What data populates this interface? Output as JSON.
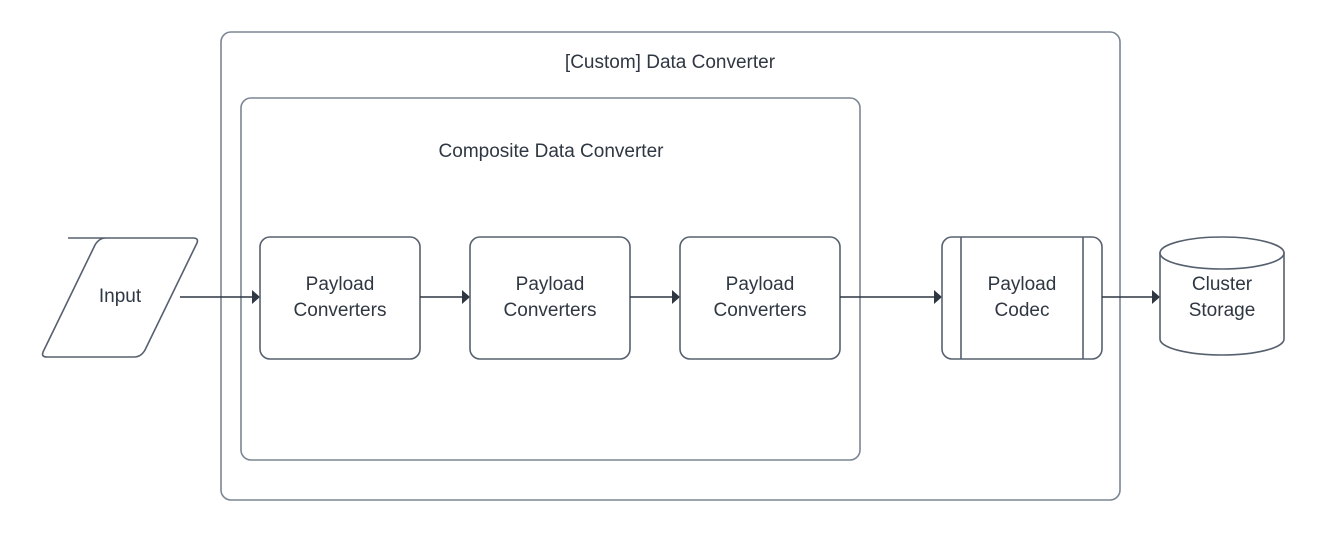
{
  "diagram": {
    "type": "flowchart",
    "title": "[Custom] Data Converter",
    "background_color": "#ffffff",
    "stroke_color": "#56606e",
    "container_stroke_color": "#7b8593",
    "text_color": "#2f3742",
    "connector_color": "#2f3742",
    "containers": [
      {
        "id": "custom-data-converter",
        "label": "[Custom] Data Converter",
        "shape": "rounded-rectangle",
        "label_position": "top-center"
      },
      {
        "id": "composite-data-converter",
        "label": "Composite Data Converter",
        "shape": "rounded-rectangle",
        "label_position": "top-center"
      }
    ],
    "nodes": [
      {
        "id": "input",
        "label": "Input",
        "shape": "parallelogram",
        "lines": [
          "Input"
        ]
      },
      {
        "id": "payload-converters-1",
        "label": "Payload Converters",
        "shape": "rounded-rectangle",
        "lines": [
          "Payload",
          "Converters"
        ]
      },
      {
        "id": "payload-converters-2",
        "label": "Payload Converters",
        "shape": "rounded-rectangle",
        "lines": [
          "Payload",
          "Converters"
        ]
      },
      {
        "id": "payload-converters-3",
        "label": "Payload Converters",
        "shape": "rounded-rectangle",
        "lines": [
          "Payload",
          "Converters"
        ]
      },
      {
        "id": "payload-codec",
        "label": "Payload Codec",
        "shape": "predefined-process",
        "lines": [
          "Payload",
          "Codec"
        ]
      },
      {
        "id": "cluster-storage",
        "label": "Cluster Storage",
        "shape": "cylinder",
        "lines": [
          "Cluster",
          "Storage"
        ]
      }
    ],
    "edges": [
      {
        "id": "edge-input-pc1",
        "from": "input",
        "to": "payload-converters-1",
        "style": "solid",
        "arrowhead": "filled-triangle"
      },
      {
        "id": "edge-pc1-pc2",
        "from": "payload-converters-1",
        "to": "payload-converters-2",
        "style": "solid",
        "arrowhead": "filled-triangle"
      },
      {
        "id": "edge-pc2-pc3",
        "from": "payload-converters-2",
        "to": "payload-converters-3",
        "style": "solid",
        "arrowhead": "filled-triangle"
      },
      {
        "id": "edge-pc3-codec",
        "from": "payload-converters-3",
        "to": "payload-codec",
        "style": "solid",
        "arrowhead": "filled-triangle"
      },
      {
        "id": "edge-codec-storage",
        "from": "payload-codec",
        "to": "cluster-storage",
        "style": "solid",
        "arrowhead": "filled-triangle"
      }
    ]
  }
}
